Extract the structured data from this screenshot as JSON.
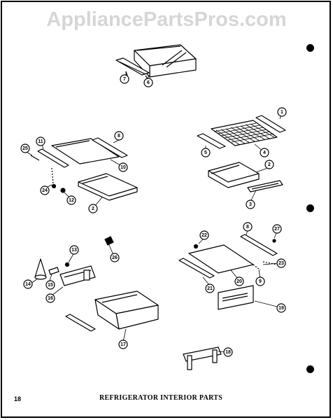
{
  "watermark": "AppliancePartsPros.com",
  "page_number": "18",
  "caption": "REFRIGERATOR INTERIOR PARTS",
  "callouts": [
    {
      "label": "7"
    },
    {
      "label": "6"
    },
    {
      "label": "1"
    },
    {
      "label": "5"
    },
    {
      "label": "4"
    },
    {
      "label": "2"
    },
    {
      "label": "3"
    },
    {
      "label": "11"
    },
    {
      "label": "8"
    },
    {
      "label": "25"
    },
    {
      "label": "10"
    },
    {
      "label": "24"
    },
    {
      "label": "12"
    },
    {
      "label": "2"
    },
    {
      "label": "13"
    },
    {
      "label": "26"
    },
    {
      "label": "14"
    },
    {
      "label": "15"
    },
    {
      "label": "16"
    },
    {
      "label": "17"
    },
    {
      "label": "8"
    },
    {
      "label": "27"
    },
    {
      "label": "22"
    },
    {
      "label": "23"
    },
    {
      "label": "21"
    },
    {
      "label": "20"
    },
    {
      "label": "9"
    },
    {
      "label": "19"
    },
    {
      "label": "18"
    }
  ]
}
